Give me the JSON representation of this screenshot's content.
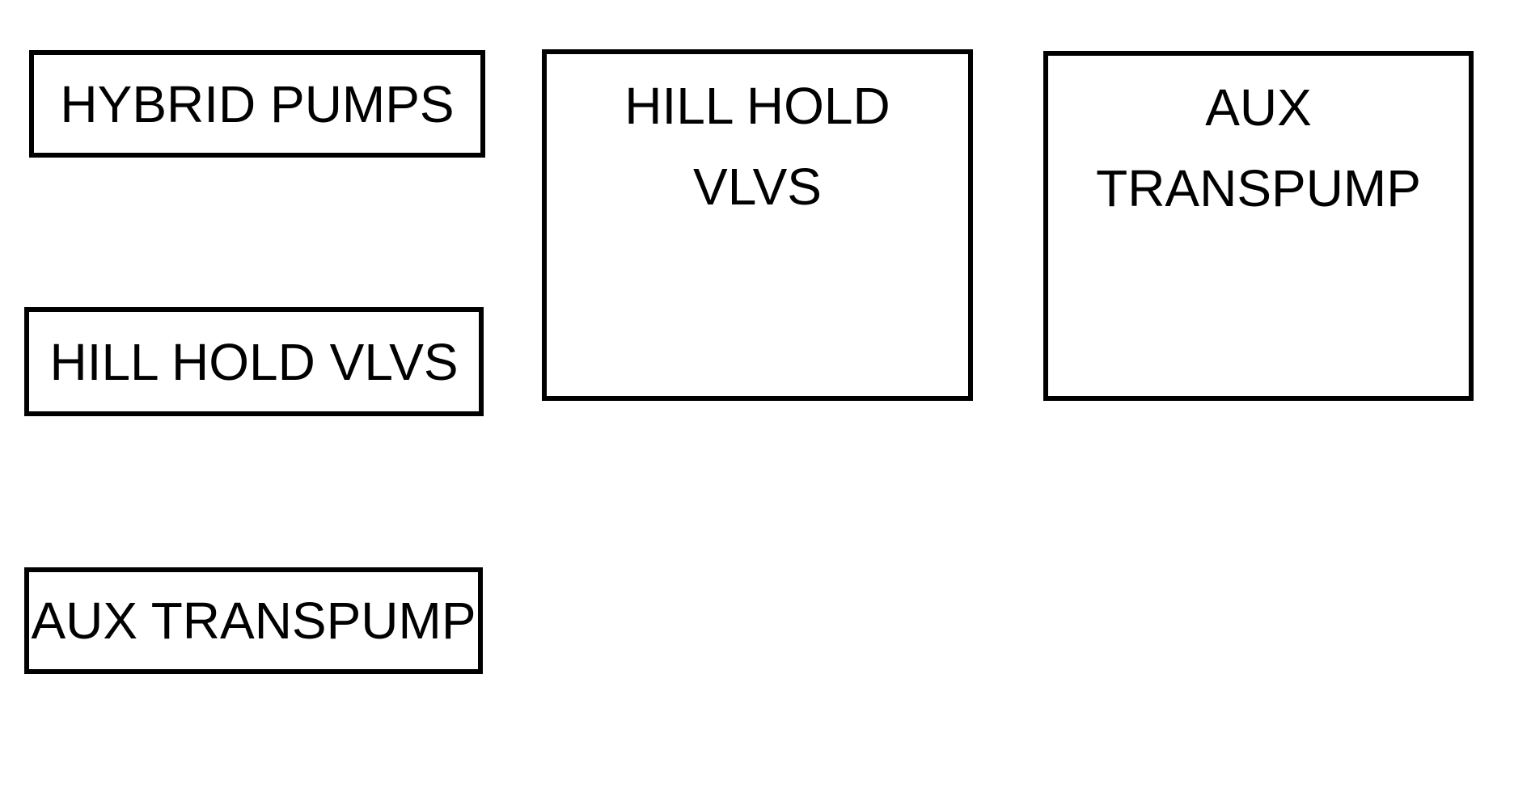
{
  "diagram": {
    "colors": {
      "background": "#ffffff",
      "border": "#000000",
      "text": "#000000"
    },
    "label_boxes": [
      {
        "label": "HYBRID PUMPS"
      },
      {
        "label": "HILL HOLD VLVS"
      },
      {
        "label": "AUX TRANSPUMP"
      }
    ],
    "detail_boxes": [
      {
        "lines": [
          "HILL HOLD",
          "VLVS"
        ]
      },
      {
        "lines": [
          "AUX",
          "TRANSPUMP"
        ]
      }
    ]
  }
}
